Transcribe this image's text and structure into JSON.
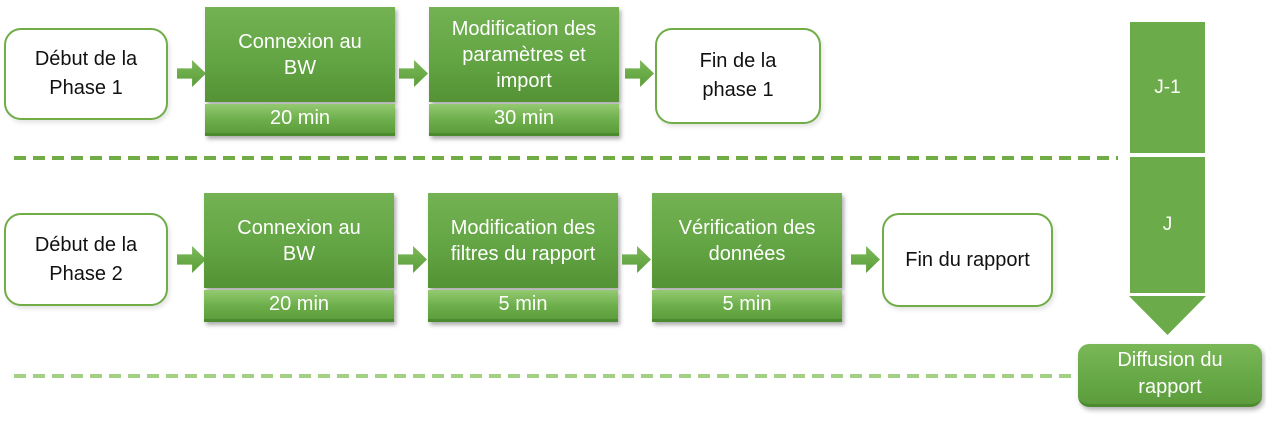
{
  "phase1": {
    "start": "Début de la\nPhase 1",
    "steps": [
      {
        "title": "Connexion au\nBW",
        "duration": "20 min"
      },
      {
        "title": "Modification des\nparamètres et\nimport",
        "duration": "30 min"
      }
    ],
    "end": "Fin de la\nphase 1"
  },
  "phase2": {
    "start": "Début de la\nPhase 2",
    "steps": [
      {
        "title": "Connexion au\nBW",
        "duration": "20 min"
      },
      {
        "title": "Modification des\nfiltres du rapport",
        "duration": "5 min"
      },
      {
        "title": "Vérification des\ndonnées",
        "duration": "5 min"
      }
    ],
    "end": "Fin du rapport"
  },
  "timeline": {
    "day_before_label": "J-1",
    "day_label": "J",
    "outcome": "Diffusion du\nrapport"
  },
  "colors": {
    "box_green": "#6CAB49",
    "box_green_dark": "#549235",
    "duration_green_light": "#94CA71",
    "outline_green": "#70AD47",
    "dash_top": "#70AD47",
    "dash_bottom": "#A3D184",
    "text_on_green": "#FFFFFF",
    "text_on_white": "#111111"
  }
}
